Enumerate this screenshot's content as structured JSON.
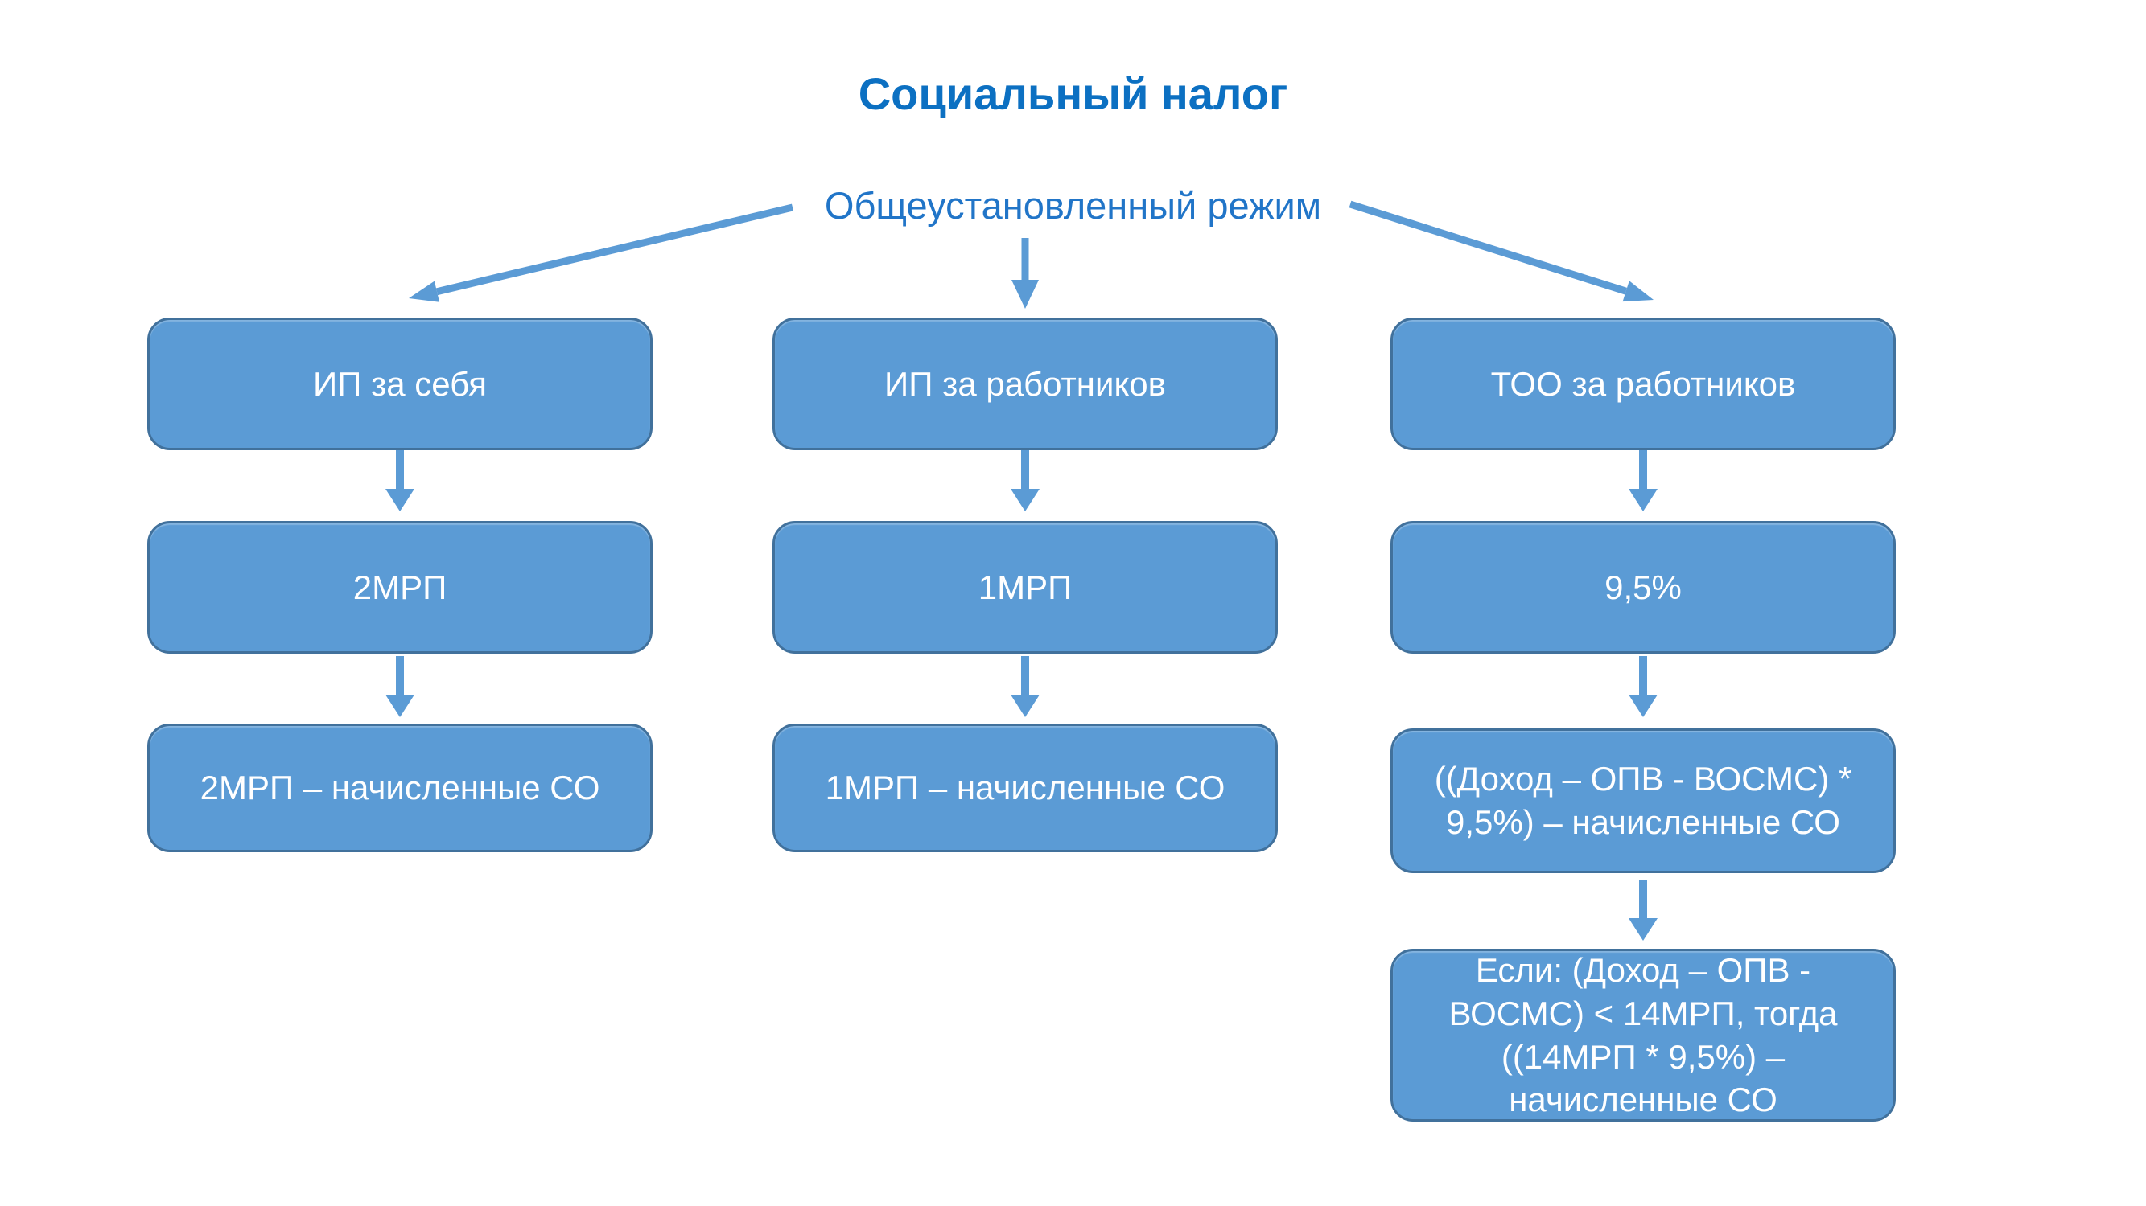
{
  "title": "Социальный налог",
  "root_label": "Общеустановленный режим",
  "colors": {
    "title_text": "#0c70c2",
    "root_label_text": "#2175c8",
    "box_fill": "#5b9bd5",
    "box_border": "#41719c",
    "box_text": "#ffffff",
    "arrow": "#5b9bd5"
  },
  "columns": [
    {
      "name": "ИП за себя",
      "boxes": [
        "ИП за себя",
        "2МРП",
        "2МРП – начисленные СО"
      ]
    },
    {
      "name": "ИП за работников",
      "boxes": [
        "ИП за работников",
        "1МРП",
        "1МРП – начисленные СО"
      ]
    },
    {
      "name": "ТОО за работников",
      "boxes": [
        "ТОО за работников",
        "9,5%",
        "((Доход – ОПВ - ВОСМС) *\n9,5%) – начисленные СО",
        "Если: (Доход – ОПВ -\nВОСМС) < 14МРП, тогда\n((14МРП * 9,5%) –\nначисленные СО"
      ]
    }
  ]
}
